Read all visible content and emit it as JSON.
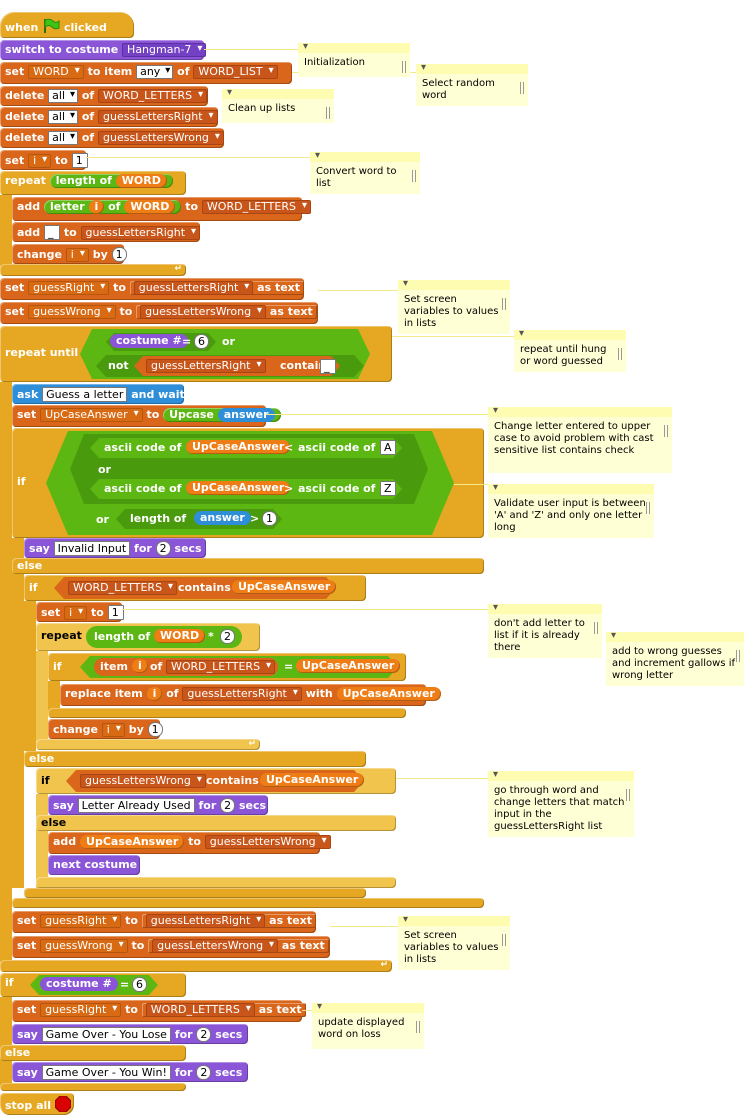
{
  "colors": {
    "control": "#e6a822",
    "list": "#d9661a",
    "looks": "#8a55d7",
    "sensing": "#2e8ed8",
    "operators": "#5cb712",
    "comment": "#ffffd6"
  },
  "icons": {
    "flag": "green-flag-icon",
    "stop": "stop-sign-icon",
    "loop_arrow": "loop-arrow-icon"
  },
  "script": {
    "hat": {
      "when": "when",
      "clicked": "clicked"
    },
    "switch_costume": {
      "label": "switch to costume",
      "value": "Hangman-7"
    },
    "set_word": {
      "set": "set",
      "var": "WORD",
      "to": "to",
      "item": "item",
      "index": "any",
      "of": "of",
      "list": "WORD_LIST"
    },
    "delete1": {
      "label": "delete",
      "which": "all",
      "of": "of",
      "list": "WORD_LETTERS"
    },
    "delete2": {
      "label": "delete",
      "which": "all",
      "of": "of",
      "list": "guessLettersRight"
    },
    "delete3": {
      "label": "delete",
      "which": "all",
      "of": "of",
      "list": "guessLettersWrong"
    },
    "set_i": {
      "set": "set",
      "var": "i",
      "to": "to",
      "value": "1"
    },
    "repeat1": {
      "label": "repeat",
      "length_of": "length of",
      "var": "WORD"
    },
    "add_letter": {
      "add": "add",
      "letter": "letter",
      "i": "i",
      "of": "of",
      "var": "WORD",
      "to": "to",
      "list": "WORD_LETTERS"
    },
    "add_blank": {
      "add": "add",
      "value": "_",
      "to": "to",
      "list": "guessLettersRight"
    },
    "change_i1": {
      "label": "change",
      "var": "i",
      "by": "by",
      "value": "1"
    },
    "set_right1": {
      "set": "set",
      "var": "guessRight",
      "to": "to",
      "list": "guessLettersRight",
      "as_text": "as text"
    },
    "set_wrong1": {
      "set": "set",
      "var": "guessWrong",
      "to": "to",
      "list": "guessLettersWrong",
      "as_text": "as text"
    },
    "repeat_until": {
      "label": "repeat until",
      "costume": "costume #",
      "eq": "=",
      "value": "6",
      "or": "or",
      "not": "not",
      "list": "guessLettersRight",
      "contains": "contains",
      "blank": "_"
    },
    "ask": {
      "ask": "ask",
      "question": "Guess a letter",
      "wait": "and wait"
    },
    "set_upcase": {
      "set": "set",
      "var": "UpCaseAnswer",
      "to": "to",
      "fn": "Upcase",
      "answer": "answer"
    },
    "if_validate": {
      "if": "if",
      "ascii1": "ascii code of",
      "var1": "UpCaseAnswer",
      "lt": "<",
      "ascii2": "ascii code of",
      "a": "A",
      "or1": "or",
      "ascii3": "ascii code of",
      "var2": "UpCaseAnswer",
      "gt": ">",
      "ascii4": "ascii code of",
      "z": "Z",
      "or2": "or",
      "length_of": "length of",
      "answer": "answer",
      "gt2": ">",
      "one": "1"
    },
    "say_invalid": {
      "say": "say",
      "text": "Invalid Input",
      "for": "for",
      "secs_val": "2",
      "secs": "secs"
    },
    "else1": "else",
    "if_contains": {
      "if": "if",
      "list": "WORD_LETTERS",
      "contains": "contains",
      "var": "UpCaseAnswer"
    },
    "set_i2": {
      "set": "set",
      "var": "i",
      "to": "to",
      "value": "1"
    },
    "repeat2": {
      "label": "repeat",
      "length_of": "length of",
      "var": "WORD",
      "times": "*",
      "value": "2"
    },
    "if_item": {
      "if": "if",
      "item": "item",
      "i": "i",
      "of": "of",
      "list": "WORD_LETTERS",
      "eq": "=",
      "var": "UpCaseAnswer"
    },
    "replace": {
      "label": "replace item",
      "i": "i",
      "of": "of",
      "list": "guessLettersRight",
      "with": "with",
      "var": "UpCaseAnswer"
    },
    "change_i2": {
      "label": "change",
      "var": "i",
      "by": "by",
      "value": "1"
    },
    "else2": "else",
    "if_wrong": {
      "if": "if",
      "list": "guessLettersWrong",
      "contains": "contains",
      "var": "UpCaseAnswer"
    },
    "say_used": {
      "say": "say",
      "text": "Letter Already Used",
      "for": "for",
      "secs_val": "2",
      "secs": "secs"
    },
    "else3": "else",
    "add_wrong": {
      "add": "add",
      "var": "UpCaseAnswer",
      "to": "to",
      "list": "guessLettersWrong"
    },
    "next_costume": "next costume",
    "set_right2": {
      "set": "set",
      "var": "guessRight",
      "to": "to",
      "list": "guessLettersRight",
      "as_text": "as text"
    },
    "set_wrong2": {
      "set": "set",
      "var": "guessWrong",
      "to": "to",
      "list": "guessLettersWrong",
      "as_text": "as text"
    },
    "if_lose": {
      "if": "if",
      "costume": "costume #",
      "eq": "=",
      "value": "6"
    },
    "set_right3": {
      "set": "set",
      "var": "guessRight",
      "to": "to",
      "list": "WORD_LETTERS",
      "as_text": "as text"
    },
    "say_lose": {
      "say": "say",
      "text": "Game Over - You Lose",
      "for": "for",
      "secs_val": "2",
      "secs": "secs"
    },
    "else4": "else",
    "say_win": {
      "say": "say",
      "text": "Game Over - You Win!",
      "for": "for",
      "secs_val": "2",
      "secs": "secs"
    },
    "stop_all": "stop all"
  },
  "comments": {
    "initialization": "Initialization",
    "select_random": "Select random word",
    "clean_up": "Clean up lists",
    "convert_word": "Convert word to list",
    "set_screen1": "Set screen variables to values in lists",
    "repeat_until": "repeat until hung or word guessed",
    "change_letter": "Change letter entered to upper case to avoid problem with cast sensitive list contains check",
    "validate": "Validate user input is between 'A' and 'Z' and only one letter long",
    "dont_add": "don't add letter to list if it is already there",
    "add_wrong": "add to wrong guesses and increment gallows if wrong letter",
    "go_through": "go through word and change letters that match input in the guessLettersRight list",
    "set_screen2": "Set screen variables to values in lists",
    "update_displayed": "update displayed word on loss"
  }
}
